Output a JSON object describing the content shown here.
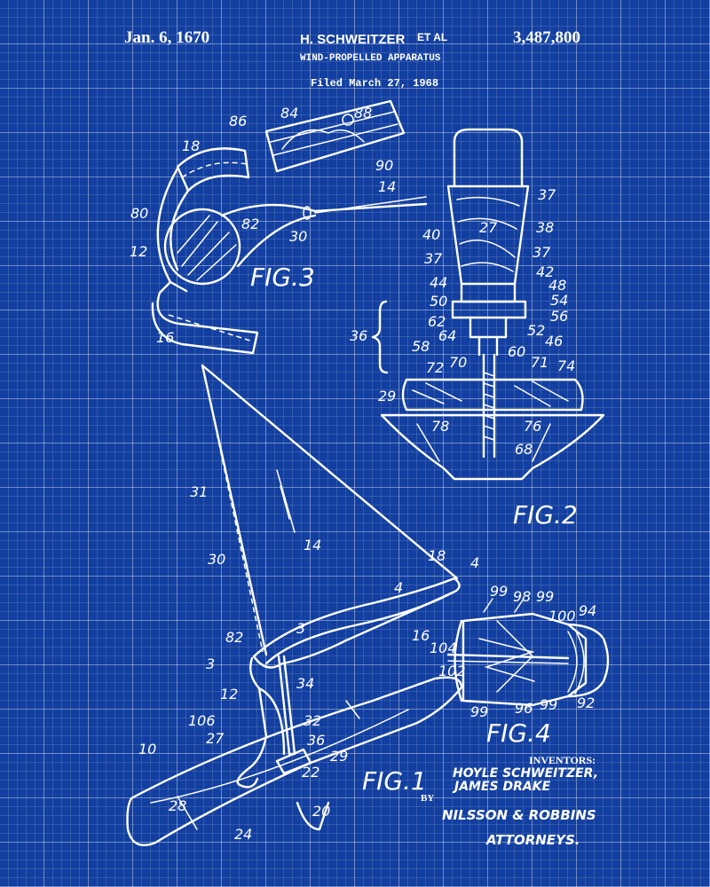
{
  "header": {
    "date": "Jan. 6, 1670",
    "inventor": "H. SCHWEITZER",
    "et_al": "ET AL",
    "patent_number": "3,487,800",
    "title": "WIND-PROPELLED APPARATUS",
    "filed": "Filed March 27, 1968"
  },
  "figures": {
    "fig1": "FIG.1",
    "fig2": "FIG.2",
    "fig3": "FIG.3",
    "fig4": "FIG.4"
  },
  "labels": {
    "fig3": [
      "86",
      "84",
      "88",
      "18",
      "90",
      "14",
      "80",
      "82",
      "12",
      "30",
      "16"
    ],
    "fig2": [
      "37",
      "40",
      "27",
      "38",
      "37",
      "37",
      "44",
      "42",
      "48",
      "50",
      "54",
      "56",
      "62",
      "64",
      "52",
      "46",
      "36",
      "58",
      "60",
      "70",
      "71",
      "74",
      "72",
      "29",
      "78",
      "76",
      "68"
    ],
    "fig1": [
      "31",
      "30",
      "14",
      "18",
      "4",
      "4",
      "82",
      "3",
      "3",
      "16",
      "12",
      "34",
      "106",
      "32",
      "27",
      "36",
      "10",
      "29",
      "22",
      "28",
      "20",
      "24"
    ],
    "fig4": [
      "99",
      "98",
      "99",
      "100",
      "94",
      "104",
      "102",
      "99",
      "96",
      "99",
      "92"
    ]
  },
  "signature": {
    "inventors_heading": "INVENTORS:",
    "inventor_names": [
      "HOYLE SCHWEITZER,",
      "JAMES DRAKE"
    ],
    "by": "BY",
    "attorney_firm": "NILSSON & ROBBINS",
    "attorneys": "ATTORNEYS."
  },
  "colors": {
    "background": "#123fa0",
    "lines": "#ffffff"
  }
}
